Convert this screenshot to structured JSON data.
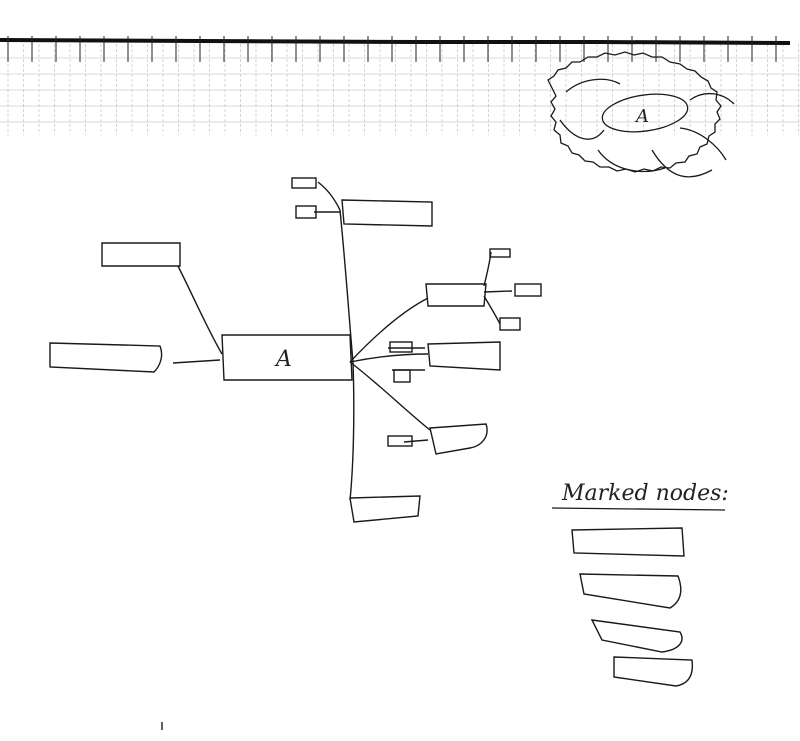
{
  "diagram": {
    "central_node_label": "A",
    "minimap_node_label": "A",
    "legend_title": "Marked nodes:"
  },
  "colors": {
    "ink": "#1a1a1a",
    "grid": "#b8b8b8",
    "paper": "#ffffff"
  }
}
